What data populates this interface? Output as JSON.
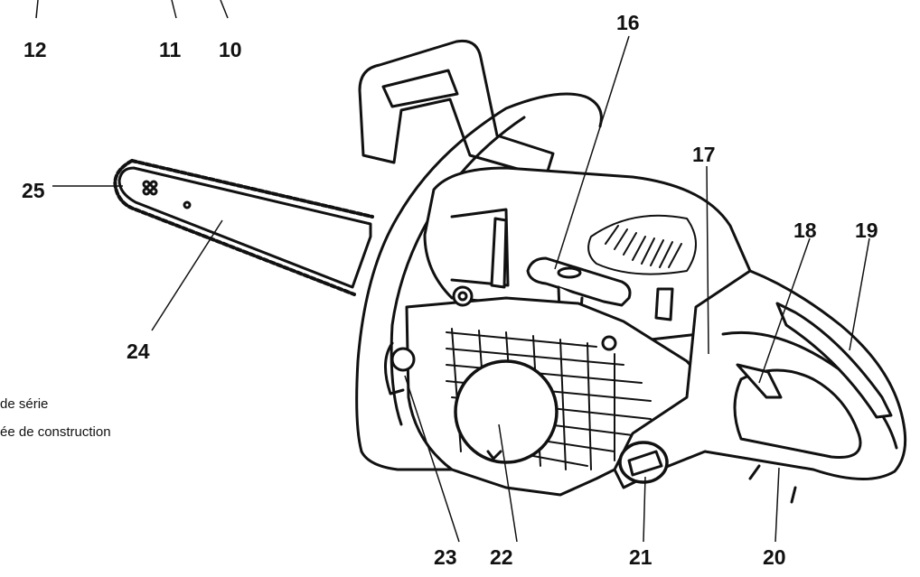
{
  "labels": {
    "n10": "10",
    "n11": "11",
    "n12": "12",
    "n16": "16",
    "n17": "17",
    "n18": "18",
    "n19": "19",
    "n20": "20",
    "n21": "21",
    "n22": "22",
    "n23": "23",
    "n24": "24",
    "n25": "25"
  },
  "legend": {
    "line1": "de série",
    "line2": "ée de construction"
  }
}
